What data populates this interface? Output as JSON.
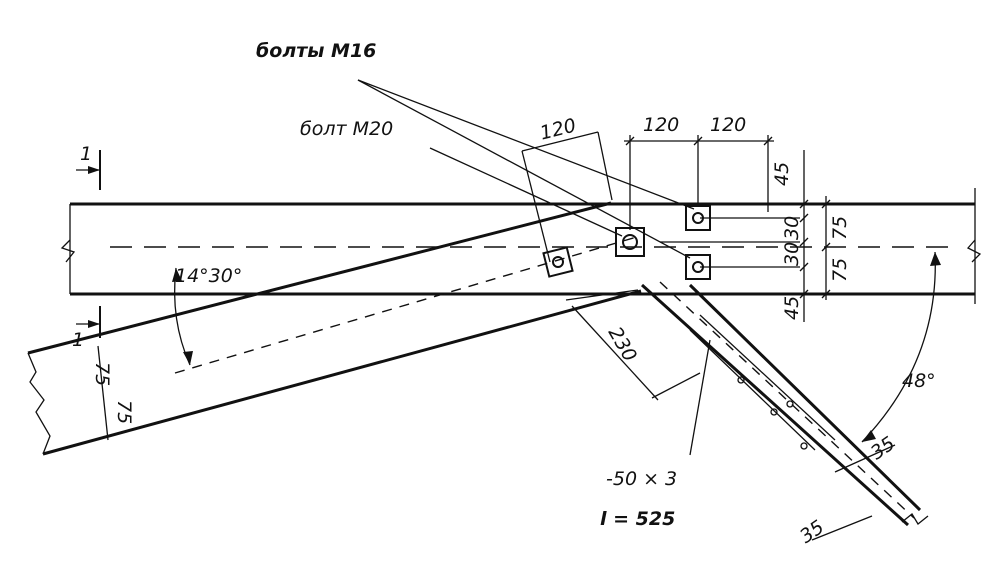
{
  "labels": {
    "bolts_m16": "болты М16",
    "bolt_m20": "болт М20",
    "dim_120_left": "120",
    "dim_120_top_a": "120",
    "dim_120_top_b": "120",
    "dim_45_top": "45",
    "dim_30_a": "30",
    "dim_30_b": "30",
    "dim_75_a": "75",
    "dim_75_b": "75",
    "dim_45_bottom": "45",
    "angle_14_30": "14°30°",
    "section_mark_top": "1",
    "section_mark_bottom": "1",
    "dim_230": "230",
    "dim_75_diag_a": "75",
    "dim_75_diag_b": "75",
    "angle_48": "48°",
    "plate": "-50 × 3",
    "length": "l = 525",
    "dim_35_a": "35",
    "dim_35_b": "35"
  }
}
